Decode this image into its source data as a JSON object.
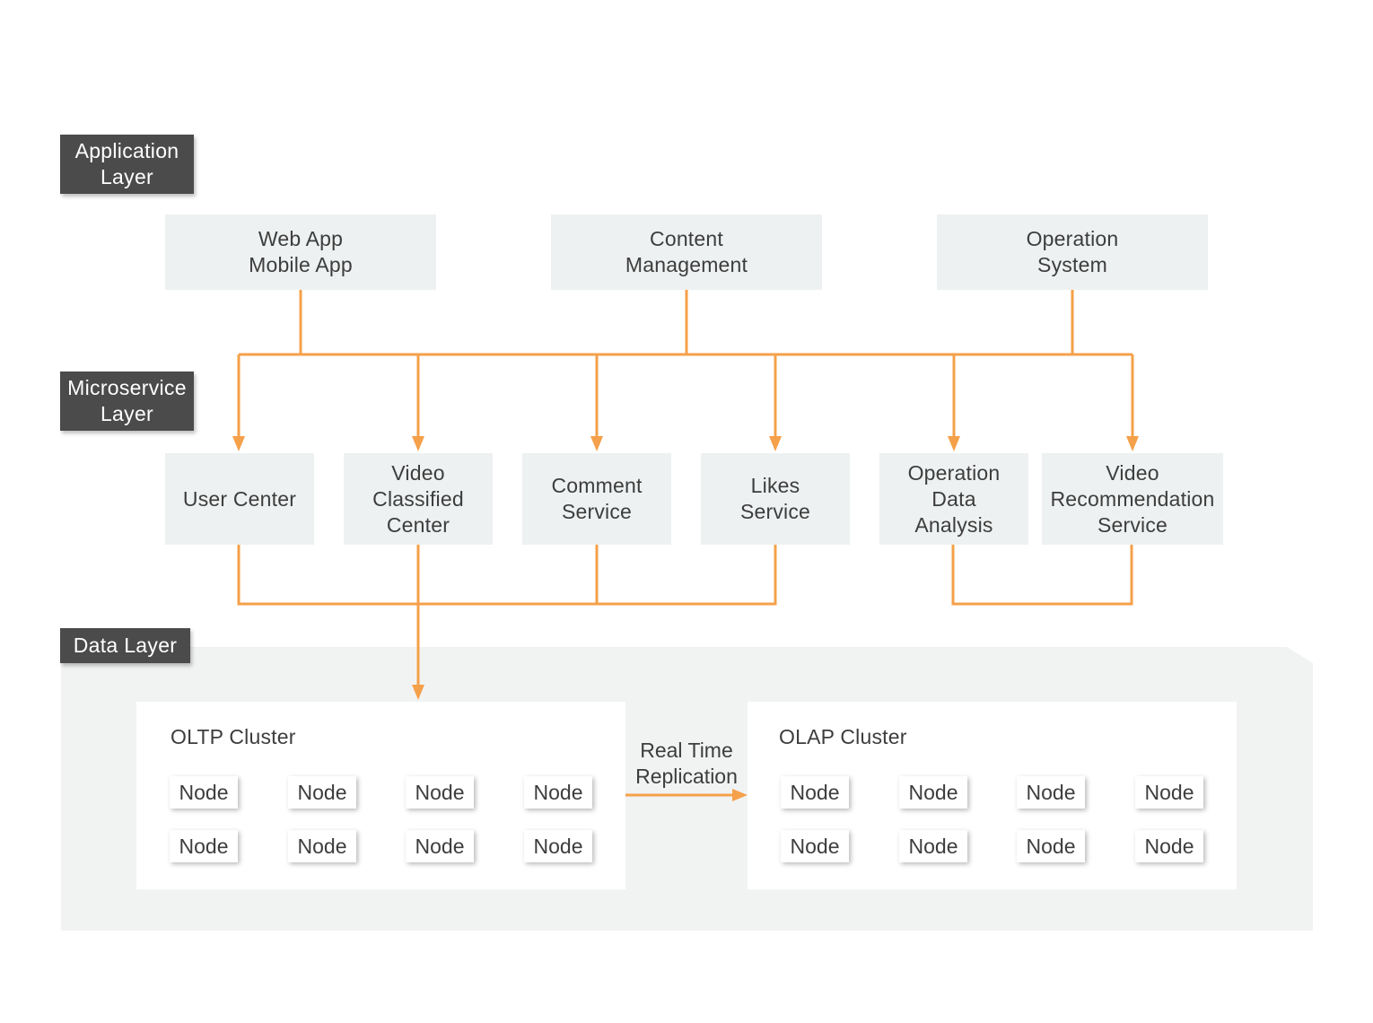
{
  "layers": {
    "application": {
      "label_line1": "Application",
      "label_line2": "Layer"
    },
    "microservice": {
      "label_line1": "Microservice",
      "label_line2": "Layer"
    },
    "data": {
      "label": "Data Layer"
    }
  },
  "application_boxes": [
    {
      "line1": "Web App",
      "line2": "Mobile App"
    },
    {
      "line1": "Content",
      "line2": "Management"
    },
    {
      "line1": "Operation",
      "line2": "System"
    }
  ],
  "microservices": [
    {
      "lines": [
        "User Center"
      ]
    },
    {
      "lines": [
        "Video",
        "Classified",
        "Center"
      ]
    },
    {
      "lines": [
        "Comment",
        "Service"
      ]
    },
    {
      "lines": [
        "Likes",
        "Service"
      ]
    },
    {
      "lines": [
        "Operation",
        "Data",
        "Analysis"
      ]
    },
    {
      "lines": [
        "Video",
        "Recommendation",
        "Service"
      ]
    }
  ],
  "clusters": {
    "oltp": {
      "title": "OLTP Cluster",
      "nodes": [
        "Node",
        "Node",
        "Node",
        "Node",
        "Node",
        "Node",
        "Node",
        "Node"
      ]
    },
    "olap": {
      "title": "OLAP Cluster",
      "nodes": [
        "Node",
        "Node",
        "Node",
        "Node",
        "Node",
        "Node",
        "Node",
        "Node"
      ]
    }
  },
  "replication": {
    "line1": "Real Time",
    "line2": "Replication"
  },
  "colors": {
    "connector": "#f5a04a",
    "tag_bg": "#4b4b4b",
    "box_bg": "#eef1f1",
    "data_panel_bg": "#f1f3f3"
  }
}
